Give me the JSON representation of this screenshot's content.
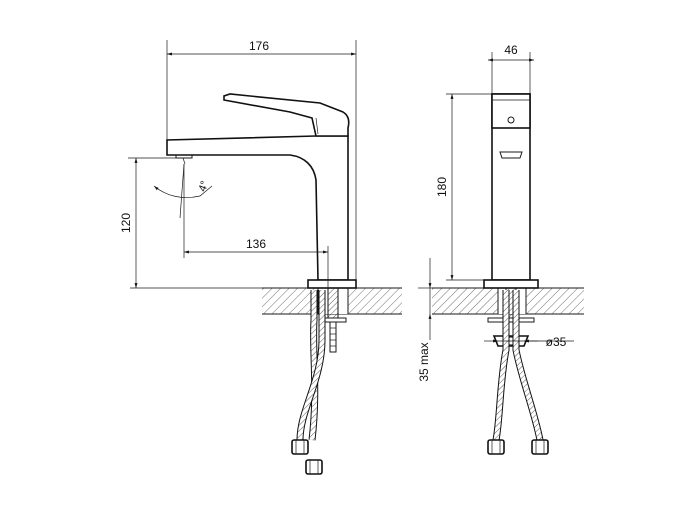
{
  "drawing": {
    "dimensions": {
      "front_width": "176",
      "spout_reach": "136",
      "spout_height": "120",
      "angle": "4°",
      "side_width": "46",
      "side_height": "180",
      "deck_thickness": "35 max",
      "hole_diameter": "ø35"
    },
    "colors": {
      "line": "#1a1a1a",
      "background": "#ffffff"
    }
  }
}
